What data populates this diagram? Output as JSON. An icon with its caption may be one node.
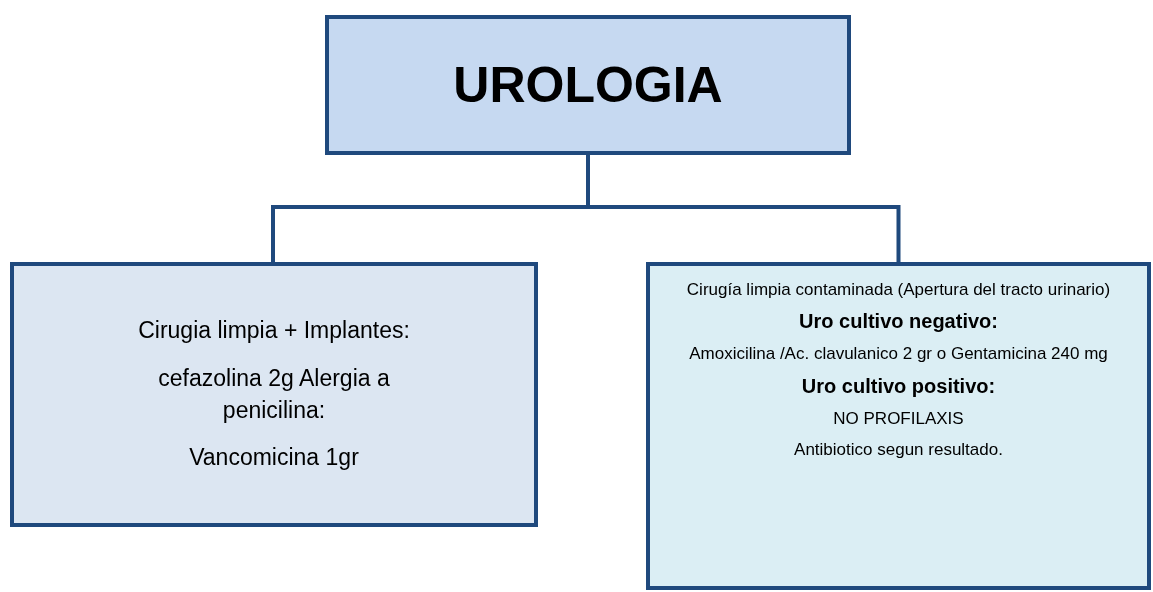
{
  "diagram": {
    "nodes": [
      {
        "text": [
          "UROLOGIA"
        ]
      },
      {
        "text": [
          "Cirugia limpia + Implantes:",
          "cefazolina 2g Alergia a penicilina:",
          "Vancomicina  1gr"
        ]
      },
      {
        "text": [
          "Cirugía limpia contaminada (Apertura del tracto urinario)",
          "Uro cultivo negativo:",
          "Amoxicilina /Ac. clavulanico 2 gr o Gentamicina 240 mg",
          "Uro cultivo positivo:",
          "NO PROFILAXIS",
          "Antibiotico segun  resultado."
        ]
      }
    ],
    "edges": [
      {
        "from": 0,
        "to": 1,
        "arrow": "none"
      },
      {
        "from": 0,
        "to": 2,
        "arrow": "none"
      }
    ]
  }
}
